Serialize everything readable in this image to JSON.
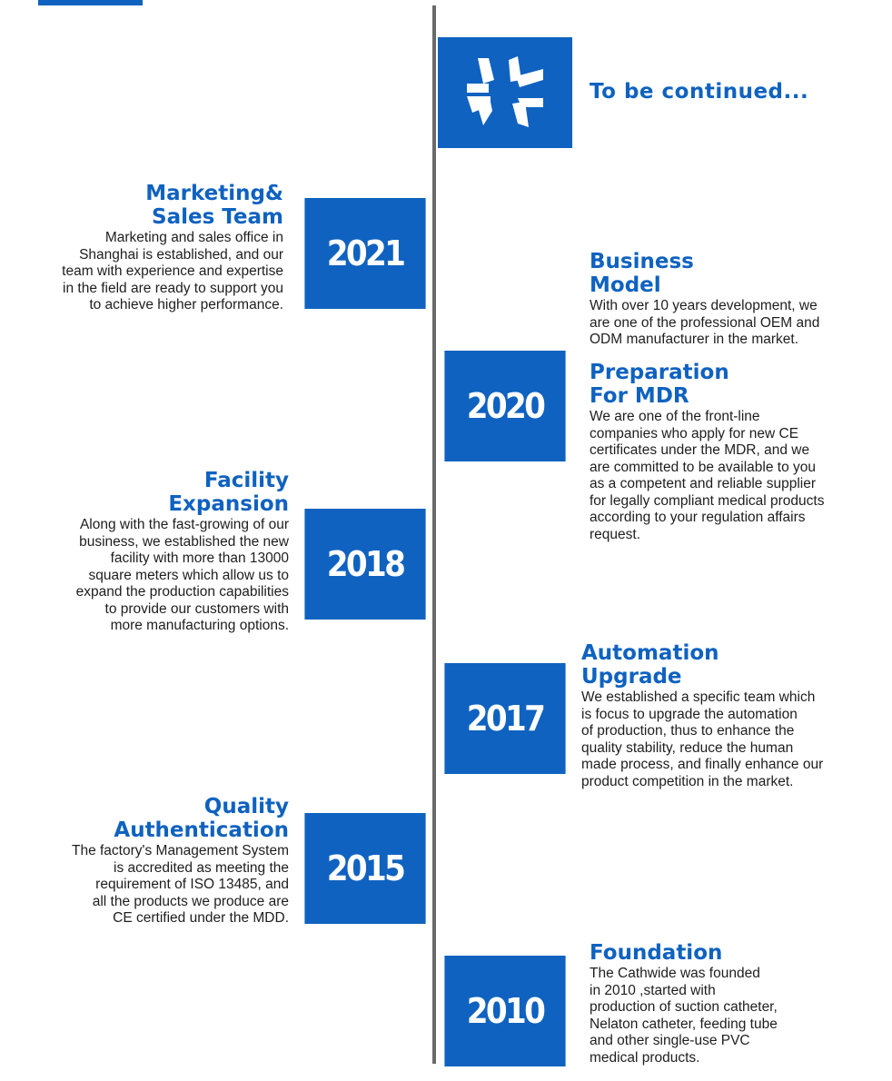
{
  "colors": {
    "accent": "#0f62c0",
    "axis": "#6a6a6a",
    "text": "#1e1e1e"
  },
  "continued": {
    "icon": "asterisk-burst-icon",
    "label": "To be continued..."
  },
  "timeline": [
    {
      "year": "2021",
      "title": "Marketing&\nSales Team",
      "body": "Marketing and sales office in\nShanghai is established, and our\nteam with experience and expertise\nin the field are ready to support you\nto achieve higher performance."
    },
    {
      "year": "2020",
      "entries": [
        {
          "title": "Business\nModel",
          "body": "With over 10 years development, we\nare one of the professional OEM and\nODM manufacturer in the market."
        },
        {
          "title": "Preparation\nFor MDR",
          "body": "We are one of the front-line\ncompanies who apply for new CE\ncertificates under the MDR, and we\nare committed to be available to you\nas a competent and reliable supplier\nfor legally compliant medical products\naccording to your regulation affairs\nrequest."
        }
      ]
    },
    {
      "year": "2018",
      "title": "Facility\nExpansion",
      "body": "Along with the fast-growing of our\nbusiness, we established the new\nfacility with more than 13000\nsquare meters which allow us to\nexpand the production capabilities\nto provide our customers with\nmore manufacturing options."
    },
    {
      "year": "2017",
      "title": "Automation\nUpgrade",
      "body": "We established a specific team which\nis focus to upgrade the automation\nof production, thus to enhance the\nquality stability, reduce the human\nmade process, and finally enhance our\nproduct competition in the market."
    },
    {
      "year": "2015",
      "title": "Quality\nAuthentication",
      "body": "The factory's Management System\nis accredited as meeting the\nrequirement of ISO 13485, and\nall the products we produce are\nCE certified under the MDD."
    },
    {
      "year": "2010",
      "title": "Foundation",
      "body": "The Cathwide was founded\nin  2010 ,started  with\nproduction of suction catheter,\nNelaton catheter, feeding tube\nand other single-use PVC\nmedical products."
    }
  ]
}
